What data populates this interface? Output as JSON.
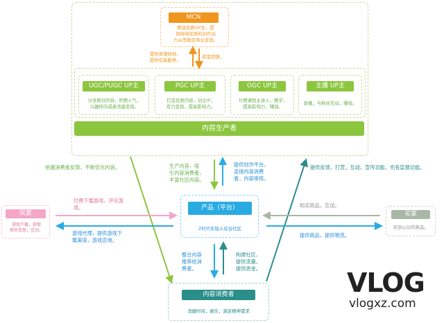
{
  "mcn": {
    "title": "MCN",
    "desc": [
      "精选优质UP主，提",
      "供持续优质的创作动",
      "力从而稳定商业变现。"
    ],
    "up_label": [
      "提供资源扶持，",
      "提供包装服务。"
    ],
    "down_label": "资金回馈。"
  },
  "creators": [
    {
      "title": "UGC/PUGC UP主",
      "desc": [
        "分享原创内容，积攒人气，",
        "兴趣所向或者流量变现。"
      ]
    },
    {
      "title": "PGC UP主",
      "desc": [
        "打造优质内容，创立IP，",
        "有力变现，提高影响力。"
      ]
    },
    {
      "title": "OGC UP主",
      "desc": [
        "付费课程主讲人，教学，",
        "提高影响力，赚钱。"
      ]
    },
    {
      "title": "主播 UP主",
      "desc": [
        "直播，与粉丝互动，赚钱。"
      ]
    }
  ],
  "producer_bar": "内容生产者",
  "mid_left_label": [
    "生产内容，吸",
    "引内容消费者，",
    "丰富社区内容。"
  ],
  "mid_right_label": [
    "提供创作平台，",
    "连接内容消费",
    "者，内容审核。"
  ],
  "left_diag_label": "依据消费者反馈，不断优化内容。",
  "right_diag_label": "提供反馈，打赏，互动，宣传功能，也有监督功能。",
  "platform": {
    "title": "产品（平台）",
    "subtitle": "Z时代年轻人综合社区"
  },
  "player": {
    "title": "玩家",
    "desc": [
      "游戏下载，获取",
      "相关信息，互动。"
    ]
  },
  "player_top_label": [
    "付费下载游戏，评论游",
    "戏。"
  ],
  "player_bottom_label": [
    "游戏代理，提供游戏下",
    "载渠道，游戏咨询。"
  ],
  "buyer": {
    "title": "买家",
    "desc": "买到心仪的商品。"
  },
  "buyer_top_label": "购买商品，互动。",
  "buyer_bottom_label": "提供商品，提供物流。",
  "lower_left_label": [
    "整合内容",
    "推荐给消",
    "费者。"
  ],
  "lower_right_label": [
    "构建社区，",
    "提供流量，",
    "提供资金。"
  ],
  "consumer": {
    "title": "内容消费者",
    "desc": "消磨时间，娱乐，满足精神需求"
  },
  "watermark": {
    "logo": "VLOG",
    "url": "vlogxz.com"
  },
  "colors": {
    "orange": "#f0951e",
    "green": "#8cc63f",
    "blue": "#29abe2",
    "teal": "#2a8e8a",
    "pink": "#f4a6c6",
    "gray": "#a9b7a7"
  }
}
